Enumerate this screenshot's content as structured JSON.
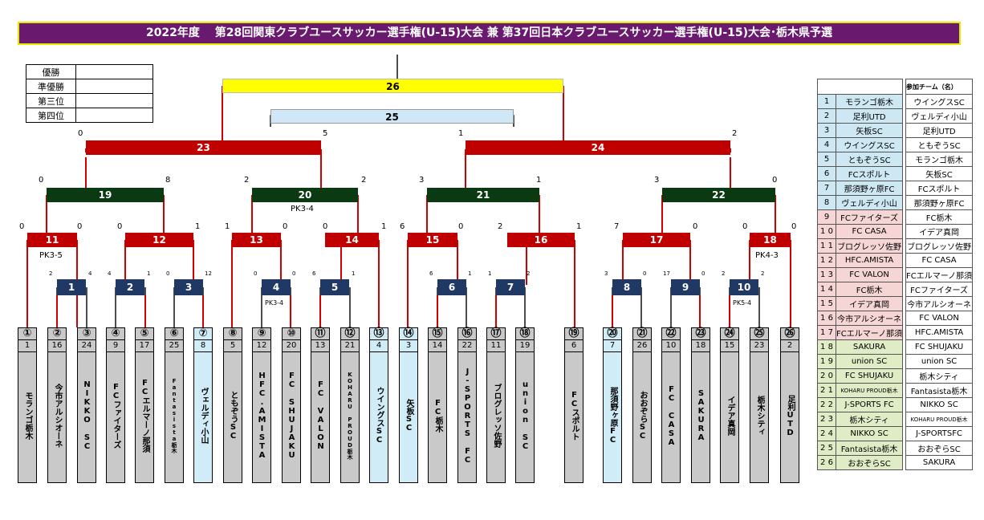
{
  "title": "2022年度　 第28回関東クラブユースサッカー選手権(U-15)大会 兼 第37回日本クラブユースサッカー選手権(U-15)大会･栃木県予選",
  "results": [
    {
      "label": "優勝",
      "value": ""
    },
    {
      "label": "準優勝",
      "value": ""
    },
    {
      "label": "第三位",
      "value": ""
    },
    {
      "label": "第四位",
      "value": ""
    }
  ],
  "matches": [
    {
      "no": "26",
      "color": "final"
    },
    {
      "no": "25",
      "color": "third"
    },
    {
      "no": "23",
      "color": "red"
    },
    {
      "no": "24",
      "color": "red"
    },
    {
      "no": "19",
      "color": "dgreen"
    },
    {
      "no": "20",
      "color": "dgreen"
    },
    {
      "no": "21",
      "color": "dgreen"
    },
    {
      "no": "22",
      "color": "dgreen"
    },
    {
      "no": "11",
      "color": "red"
    },
    {
      "no": "12",
      "color": "red"
    },
    {
      "no": "13",
      "color": "red"
    },
    {
      "no": "14",
      "color": "red"
    },
    {
      "no": "15",
      "color": "red"
    },
    {
      "no": "16",
      "color": "red"
    },
    {
      "no": "17",
      "color": "red"
    },
    {
      "no": "18",
      "color": "red"
    },
    {
      "no": "1",
      "color": "navy"
    },
    {
      "no": "2",
      "color": "navy"
    },
    {
      "no": "3",
      "color": "navy"
    },
    {
      "no": "4",
      "color": "navy"
    },
    {
      "no": "5",
      "color": "navy"
    },
    {
      "no": "6",
      "color": "navy"
    },
    {
      "no": "7",
      "color": "navy"
    },
    {
      "no": "8",
      "color": "navy"
    },
    {
      "no": "9",
      "color": "navy"
    },
    {
      "no": "10",
      "color": "navy"
    }
  ],
  "scores": [
    "0",
    "5",
    "1",
    "2",
    "0",
    "8",
    "2",
    "2",
    "3",
    "1",
    "3",
    "0",
    "0",
    "0",
    "0",
    "1",
    "1",
    "0",
    "0",
    "1",
    "6",
    "0",
    "2",
    "1",
    "7",
    "0",
    "0",
    "0",
    "2",
    "4",
    "4",
    "1",
    "0",
    "12",
    "0",
    "0",
    "6",
    "1",
    "6",
    "1",
    "1",
    "2",
    "3",
    "0",
    "17",
    "0",
    "2",
    "2"
  ],
  "notes": [
    "PK3-4",
    "PK3-5",
    "PK4-3",
    "PK3-4",
    "PK5-4"
  ],
  "teams": [
    {
      "num": "①",
      "seed": "1",
      "name": "モランゴ栃木",
      "color": "gray"
    },
    {
      "num": "②",
      "seed": "16",
      "name": "今市アルシオーネ",
      "color": "gray"
    },
    {
      "num": "③",
      "seed": "24",
      "name": "NIKKO SC",
      "color": "gray"
    },
    {
      "num": "④",
      "seed": "9",
      "name": "FCファイターズ",
      "color": "gray"
    },
    {
      "num": "⑤",
      "seed": "17",
      "name": "FCエルマーノ那須",
      "color": "gray"
    },
    {
      "num": "⑥",
      "seed": "25",
      "name": "Fantasista栃木",
      "color": "gray"
    },
    {
      "num": "⑦",
      "seed": "8",
      "name": "ヴェルディ小山",
      "color": "blue"
    },
    {
      "num": "⑧",
      "seed": "5",
      "name": "ともぞうSC",
      "color": "gray"
    },
    {
      "num": "⑨",
      "seed": "12",
      "name": "HFC.AMISTA",
      "color": "gray"
    },
    {
      "num": "⑩",
      "seed": "20",
      "name": "FC SHUJAKU",
      "color": "gray"
    },
    {
      "num": "⑪",
      "seed": "13",
      "name": "FC VALON",
      "color": "gray"
    },
    {
      "num": "⑫",
      "seed": "21",
      "name": "KOHARU PROUD栃木",
      "color": "gray"
    },
    {
      "num": "⑬",
      "seed": "4",
      "name": "ウイングスSC",
      "color": "blue"
    },
    {
      "num": "⑭",
      "seed": "3",
      "name": "矢板SC",
      "color": "blue"
    },
    {
      "num": "⑮",
      "seed": "14",
      "name": "FC栃木",
      "color": "gray"
    },
    {
      "num": "⑯",
      "seed": "22",
      "name": "J-SPORTS FC",
      "color": "gray"
    },
    {
      "num": "⑰",
      "seed": "11",
      "name": "ブログレッソ佐野",
      "color": "gray"
    },
    {
      "num": "⑱",
      "seed": "19",
      "name": "union SC",
      "color": "gray"
    },
    {
      "num": "⑲",
      "seed": "6",
      "name": "FCスポルト",
      "color": "gray"
    },
    {
      "num": "⑳",
      "seed": "7",
      "name": "那須野ヶ原FC",
      "color": "blue"
    },
    {
      "num": "㉑",
      "seed": "26",
      "name": "おおぞらSC",
      "color": "gray"
    },
    {
      "num": "㉒",
      "seed": "10",
      "name": "FC CASA",
      "color": "gray"
    },
    {
      "num": "㉓",
      "seed": "18",
      "name": "SAKURA",
      "color": "gray"
    },
    {
      "num": "㉔",
      "seed": "15",
      "name": "イデア真岡",
      "color": "gray"
    },
    {
      "num": "㉕",
      "seed": "23",
      "name": "栃木シティ",
      "color": "gray"
    },
    {
      "num": "㉖",
      "seed": "2",
      "name": "足利UTD",
      "color": "gray"
    }
  ],
  "seed_table": {
    "rows": [
      {
        "n": "1",
        "team": "モランゴ栃木",
        "bg": "#cde8f3"
      },
      {
        "n": "2",
        "team": "足利UTD",
        "bg": "#cde8f3"
      },
      {
        "n": "3",
        "team": "矢板SC",
        "bg": "#cde8f3"
      },
      {
        "n": "4",
        "team": "ウイングスSC",
        "bg": "#cde8f3"
      },
      {
        "n": "5",
        "team": "ともぞうSC",
        "bg": "#cde8f3"
      },
      {
        "n": "6",
        "team": "FCスポルト",
        "bg": "#cde8f3"
      },
      {
        "n": "7",
        "team": "那須野ヶ原FC",
        "bg": "#cde8f3"
      },
      {
        "n": "8",
        "team": "ヴェルディ小山",
        "bg": "#cde8f3"
      },
      {
        "n": "9",
        "team": "FCファイターズ",
        "bg": "#f6d5d5"
      },
      {
        "n": "1 0",
        "team": "FC CASA",
        "bg": "#f6d5d5"
      },
      {
        "n": "1 1",
        "team": "ブログレッソ佐野",
        "bg": "#f6d5d5"
      },
      {
        "n": "1 2",
        "team": "HFC.AMISTA",
        "bg": "#f6d5d5"
      },
      {
        "n": "1 3",
        "team": "FC VALON",
        "bg": "#f6d5d5"
      },
      {
        "n": "1 4",
        "team": "FC栃木",
        "bg": "#f6d5d5"
      },
      {
        "n": "1 5",
        "team": "イデア真岡",
        "bg": "#f6d5d5"
      },
      {
        "n": "1 6",
        "team": "今市アルシオーネ",
        "bg": "#f6d5d5"
      },
      {
        "n": "1 7",
        "team": "FCエルマーノ那須",
        "bg": "#f6d5d5"
      },
      {
        "n": "1 8",
        "team": "SAKURA",
        "bg": "#e0ecc6"
      },
      {
        "n": "1 9",
        "team": "union SC",
        "bg": "#e0ecc6"
      },
      {
        "n": "2 0",
        "team": "FC SHUJAKU",
        "bg": "#e0ecc6"
      },
      {
        "n": "2 1",
        "team": "KOHARU PROUD栃木",
        "bg": "#e0ecc6"
      },
      {
        "n": "2 2",
        "team": "J-SPORTS FC",
        "bg": "#e0ecc6"
      },
      {
        "n": "2 3",
        "team": "栃木シティ",
        "bg": "#e0ecc6"
      },
      {
        "n": "2 4",
        "team": "NIKKO SC",
        "bg": "#e0ecc6"
      },
      {
        "n": "2 5",
        "team": "Fantasista栃木",
        "bg": "#e0ecc6"
      },
      {
        "n": "2 6",
        "team": "おおぞらSC",
        "bg": "#e0ecc6"
      }
    ]
  },
  "participants": {
    "header": "参加チーム（名）",
    "teams": [
      "ウイングスSC",
      "ヴェルディ小山",
      "足利UTD",
      "ともぞうSC",
      "モランゴ栃木",
      "矢板SC",
      "FCスポルト",
      "那須野ヶ原FC",
      "FC栃木",
      "イデア真岡",
      "ブログレッソ佐野",
      "FC CASA",
      "FCエルマーノ那須",
      "FCファイターズ",
      "今市アルシオーネ",
      "FC VALON",
      "HFC.AMISTA",
      "FC SHUJAKU",
      "union SC",
      "栃木シティ",
      "Fantasista栃木",
      "NIKKO SC",
      "KOHARU PROUD栃木",
      "J-SPORTSFC",
      "おおぞらSC",
      "SAKURA"
    ]
  }
}
